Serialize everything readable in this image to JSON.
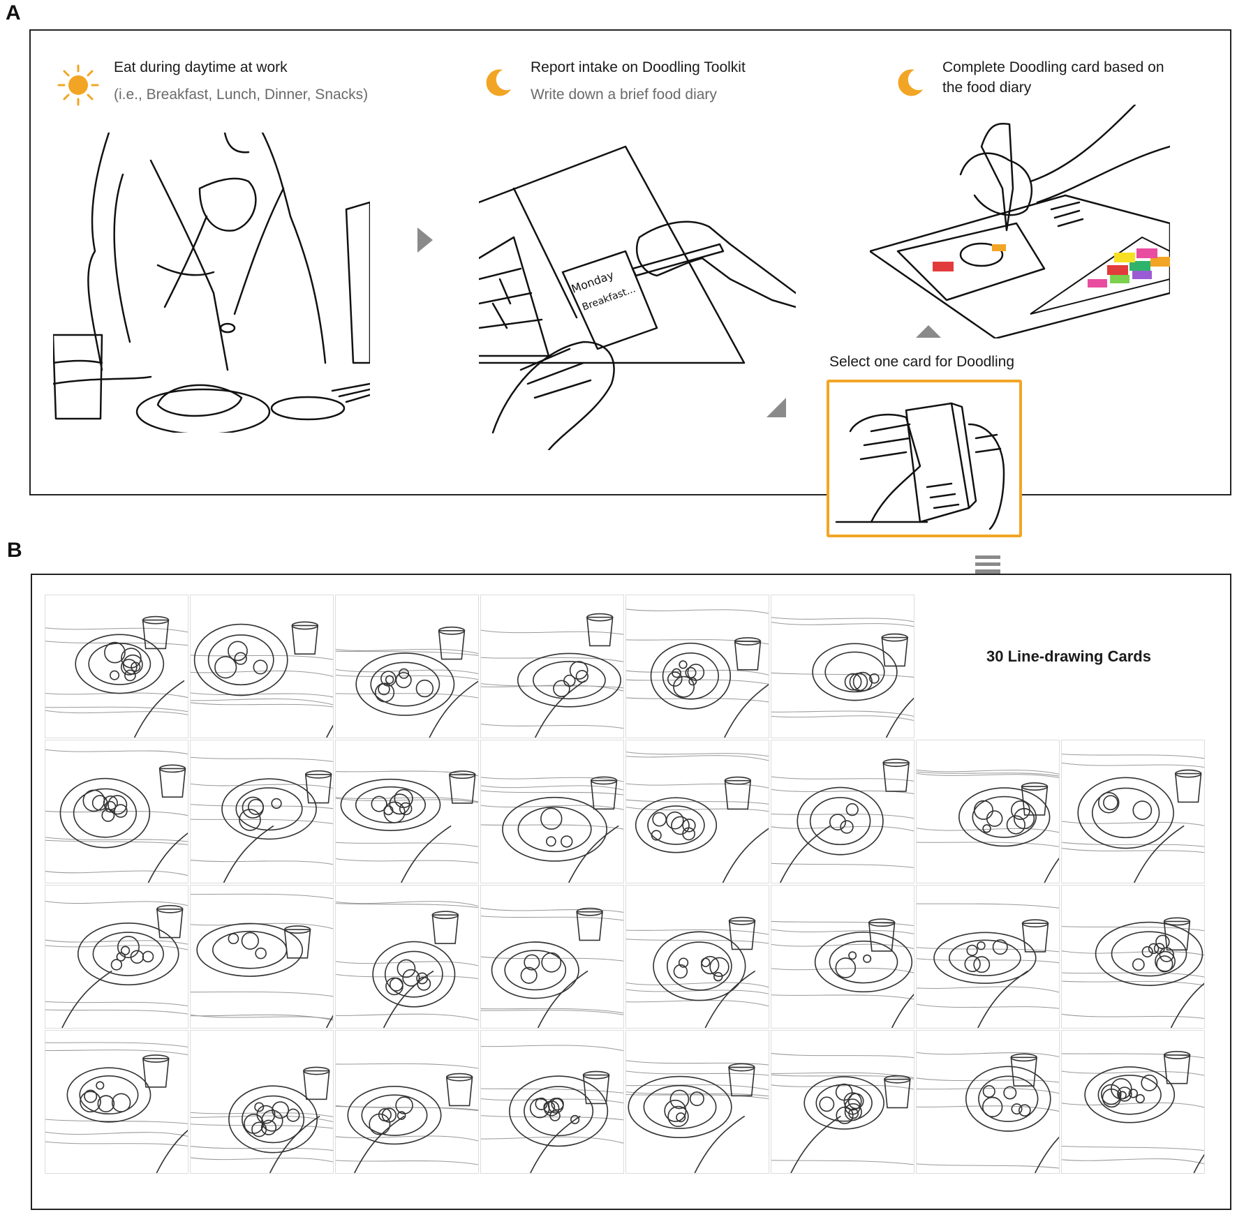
{
  "panels": {
    "a_label": "A",
    "b_label": "B"
  },
  "steps": [
    {
      "icon": "sun-icon",
      "title": "Eat during daytime at work",
      "subtitle": "(i.e., Breakfast, Lunch, Dinner, Snacks)"
    },
    {
      "icon": "moon-icon",
      "title": "Report intake on Doodling Toolkit",
      "subtitle": "Write down a brief food diary"
    },
    {
      "icon": "moon-icon",
      "title_line1": "Complete Doodling card based on",
      "title_line2": "the food diary"
    }
  ],
  "diary_note": {
    "line1": "Monday",
    "line2": "Breakfast..."
  },
  "select_card": {
    "label": "Select one card for Doodling"
  },
  "cards": {
    "label": "30 Line-drawing Cards",
    "count": 30
  },
  "colors": {
    "accent": "#f2a524",
    "arrow_gray": "#8a8a8a",
    "border": "#222222"
  }
}
